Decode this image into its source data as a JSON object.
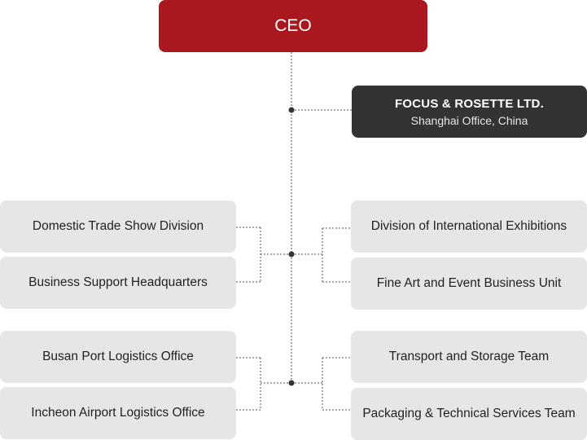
{
  "ceo": {
    "label": "CEO"
  },
  "subsidiary": {
    "name": "FOCUS & ROSETTE LTD.",
    "location": "Shanghai Office, China"
  },
  "groups": [
    {
      "left": [
        "Domestic Trade Show Division",
        "Business Support Headquarters"
      ],
      "right": [
        "Division of International Exhibitions",
        "Fine Art and Event Business Unit"
      ]
    },
    {
      "left": [
        "Busan Port Logistics Office",
        "Incheon Airport Logistics Office"
      ],
      "right": [
        "Transport and Storage Team",
        "Packaging & Technical Services Team"
      ]
    }
  ],
  "colors": {
    "ceo_bg": "#a8181e",
    "subsidiary_bg": "#333333",
    "dept_bg": "#e6e6e6",
    "connector": "#333333"
  }
}
